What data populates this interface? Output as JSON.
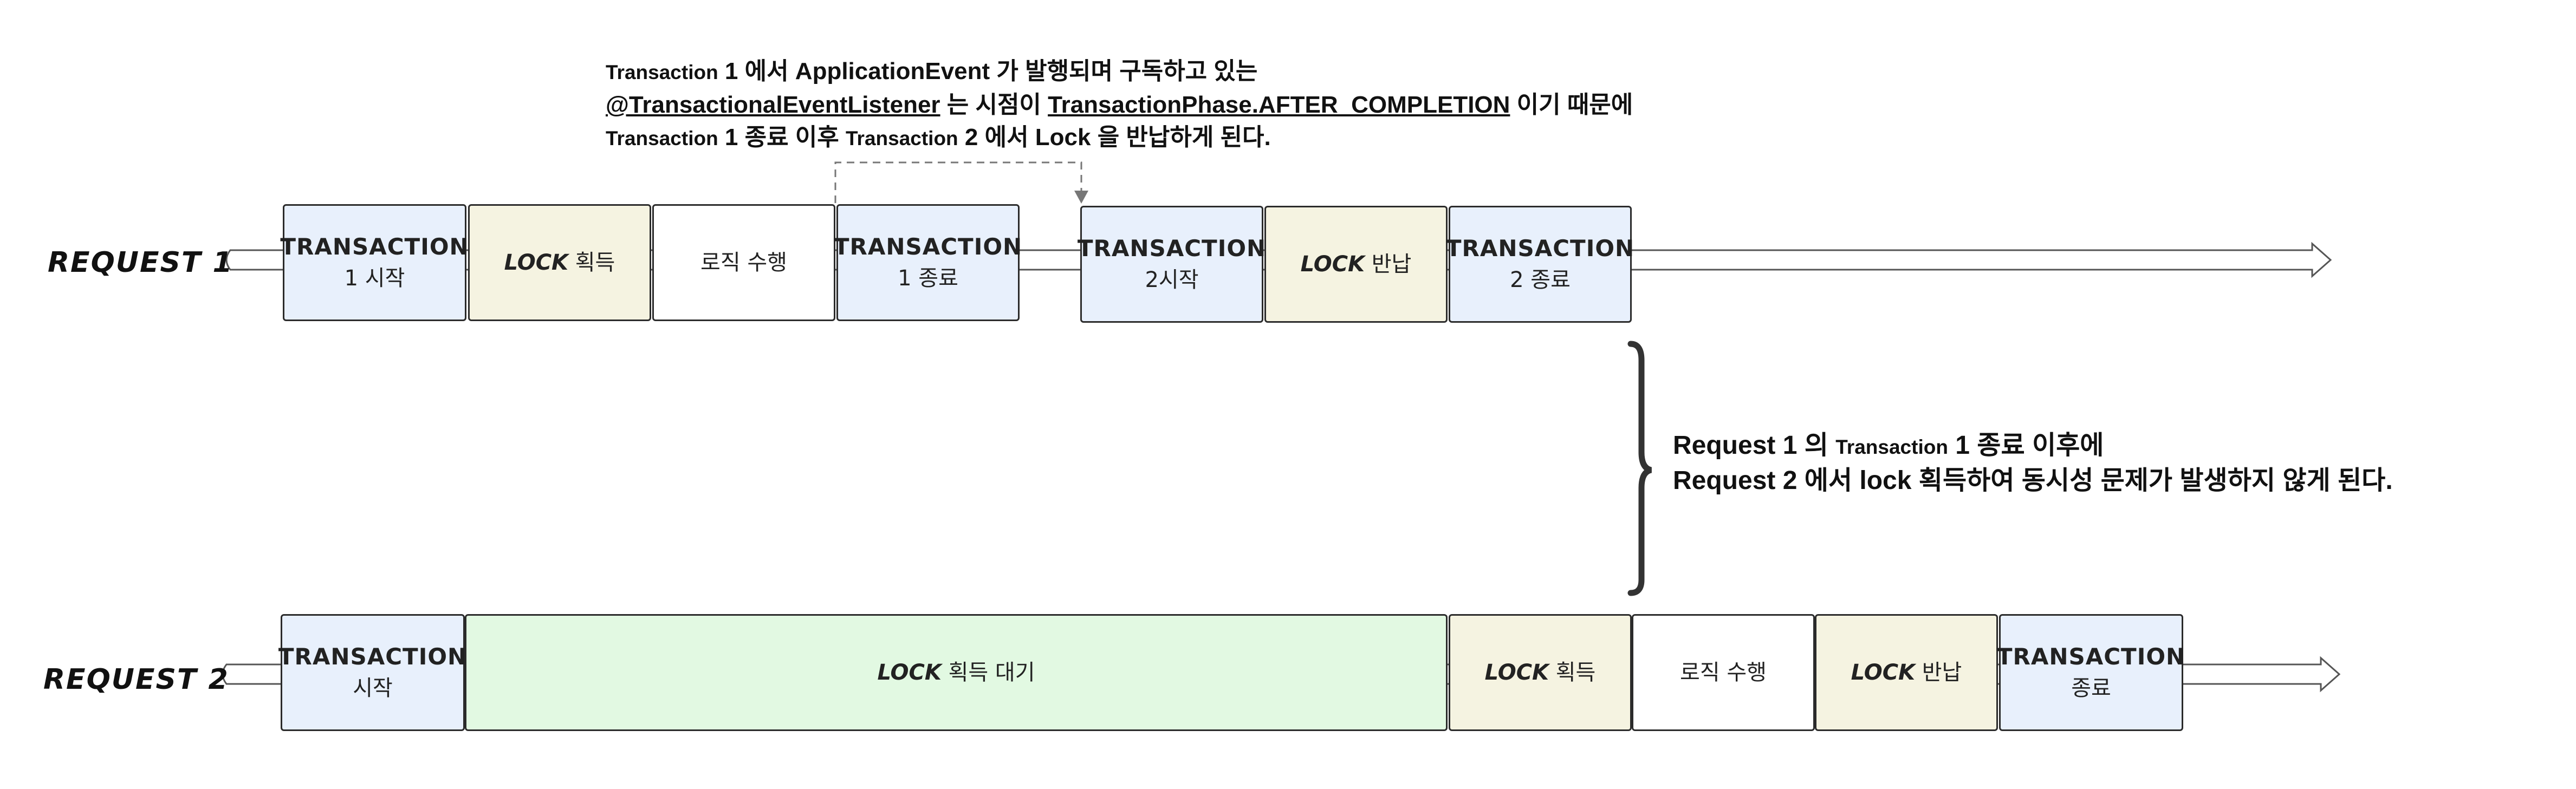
{
  "colors": {
    "transaction": "#e8f0fc",
    "lock": "#f5f3e1",
    "logic": "#ffffff",
    "wait": "#e2f9e2",
    "border": "#2b2b2b",
    "arrow": "#555555",
    "dashed": "#777777"
  },
  "request1": {
    "label": "REQUEST 1",
    "steps": [
      {
        "line1": "TRANSACTION",
        "line2": "1 시작",
        "kind": "transaction"
      },
      {
        "em": "LOCK",
        "rest": " 획득",
        "kind": "lock"
      },
      {
        "text": "로직 수행",
        "kind": "logic"
      },
      {
        "line1": "TRANSACTION",
        "line2": "1 종료",
        "kind": "transaction"
      },
      {
        "line1": "TRANSACTION",
        "line2": "2시작",
        "kind": "transaction"
      },
      {
        "em": "LOCK",
        "rest": " 반납",
        "kind": "lock"
      },
      {
        "line1": "TRANSACTION",
        "line2": "2 종료",
        "kind": "transaction"
      }
    ]
  },
  "request2": {
    "label": "REQUEST 2",
    "steps": [
      {
        "line1": "TRANSACTION",
        "line2": "시작",
        "kind": "transaction"
      },
      {
        "em": "LOCK",
        "rest": " 획득 대기",
        "kind": "wait"
      },
      {
        "em": "LOCK",
        "rest": " 획득",
        "kind": "lock"
      },
      {
        "text": "로직 수행",
        "kind": "logic"
      },
      {
        "em": "LOCK",
        "rest": " 반납",
        "kind": "lock"
      },
      {
        "line1": "TRANSACTION",
        "line2": "종료",
        "kind": "transaction"
      }
    ]
  },
  "top_note": {
    "line1": [
      {
        "text": "Transaction",
        "small": true
      },
      {
        "text": " 1 에서 ApplicationEvent 가  발행되며 구독하고 있는"
      }
    ],
    "line2": [
      {
        "text": "@TransactionalEventListener",
        "underline": true
      },
      {
        "text": " 는 시점이 "
      },
      {
        "text": "TransactionPhase.AFTER_COMPLETION",
        "underline": true
      },
      {
        "text": " 이기 때문에"
      }
    ],
    "line3": [
      {
        "text": "Transaction",
        "small": true
      },
      {
        "text": " 1 종료 이후 "
      },
      {
        "text": "Transaction",
        "small": true
      },
      {
        "text": " 2 에서 Lock 을 반납하게 된다."
      }
    ]
  },
  "side_note": {
    "line1": [
      {
        "text": "Request 1 의 "
      },
      {
        "text": "Transaction",
        "small": true
      },
      {
        "text": " 1 종료 이후에"
      }
    ],
    "line2": [
      {
        "text": "Request 2 에서 lock 획득하여 동시성 문제가 발생하지 않게 된다."
      }
    ]
  }
}
